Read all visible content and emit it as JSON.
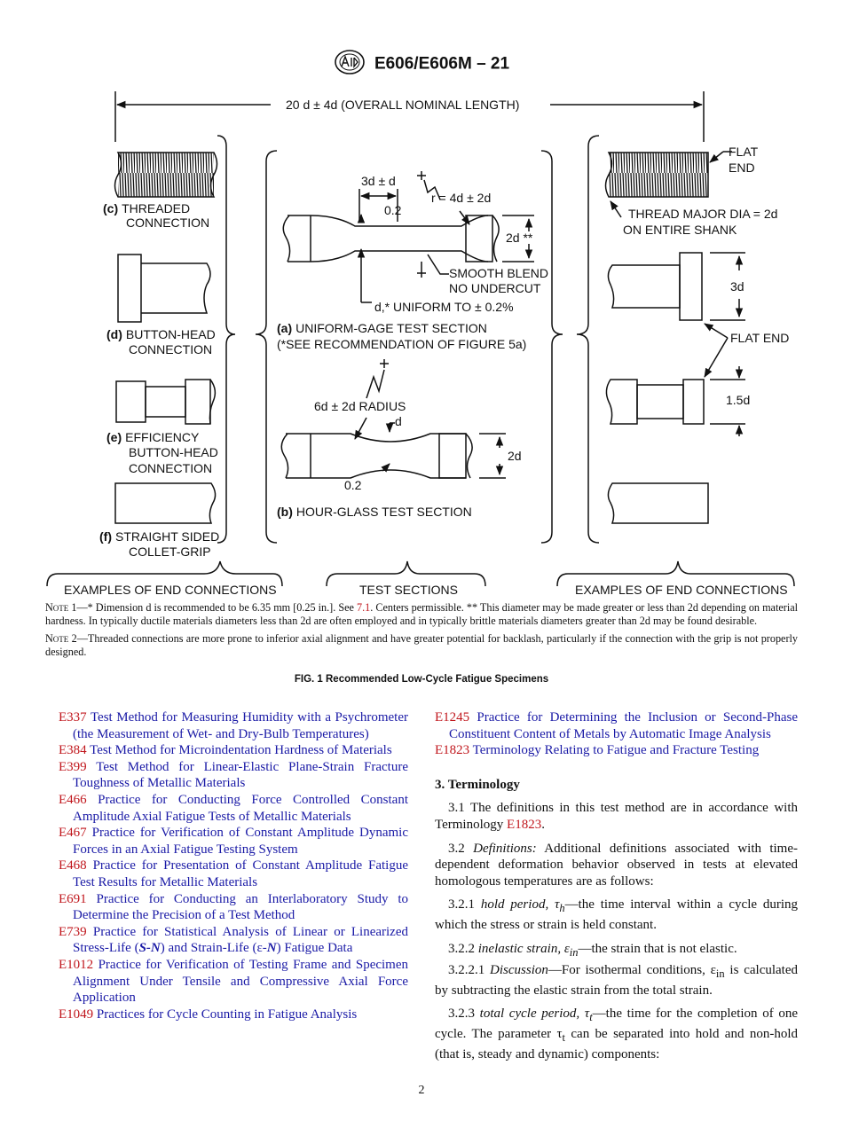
{
  "header": {
    "standard": "E606/E606M – 21",
    "logo_icon": "astm-logo-icon"
  },
  "figure": {
    "overall_length": "20 d ± 4d (OVERALL NOMINAL LENGTH)",
    "flat_end_1": "FLAT",
    "flat_end_2": "END",
    "thread_major_1": "THREAD MAJOR DIA = 2d",
    "thread_major_2": "ON ENTIRE SHANK",
    "dim_3d_pm": "3d ± d",
    "r_value": "r = 4d ± 2d",
    "dim_02a": "0.2",
    "dim_2d_star": "2d **",
    "smooth_1": "SMOOTH BLEND",
    "smooth_2": "NO UNDERCUT",
    "uniform": "d,* UNIFORM TO ± 0.2%",
    "a_letter": "(a)",
    "a_label": "UNIFORM-GAGE TEST SECTION",
    "a_note": "(*SEE RECOMMENDATION OF FIGURE 5a)",
    "radius": "6d ± 2d RADIUS",
    "dim_d": "d",
    "dim_2d": "2d",
    "dim_02b": "0.2",
    "b_letter": "(b)",
    "b_label": "HOUR-GLASS TEST SECTION",
    "c_letter": "(c)",
    "c_label_1": "THREADED",
    "c_label_2": "CONNECTION",
    "d_letter": "(d)",
    "d_label_1": "BUTTON-HEAD",
    "d_label_2": "CONNECTION",
    "e_letter": "(e)",
    "e_label_1": "EFFICIENCY",
    "e_label_2": "BUTTON-HEAD",
    "e_label_3": "CONNECTION",
    "f_letter": "(f)",
    "f_label_1": "STRAIGHT SIDED",
    "f_label_2": "COLLET-GRIP",
    "dim_3d": "3d",
    "flat_end": "FLAT END",
    "dim_15d": "1.5d",
    "group_left": "EXAMPLES OF END CONNECTIONS",
    "group_mid": "TEST SECTIONS",
    "group_right": "EXAMPLES OF END CONNECTIONS"
  },
  "notes": {
    "note1_label": "Note 1",
    "note1_a": "—* Dimension d is recommended to be 6.35 mm [0.25 in.]. See ",
    "note1_link": "7.1",
    "note1_b": ". Centers permissible. ** This diameter may be made greater or less than 2d depending on material hardness. In typically ductile materials diameters less than 2d are often employed and in typically brittle materials diameters greater than 2d may be found desirable.",
    "note2_label": "Note 2",
    "note2_text": "—Threaded connections are more prone to inferior axial alignment and have greater potential for backlash, particularly if the connection with the grip is not properly designed."
  },
  "fig_caption": "FIG. 1 Recommended Low-Cycle Fatigue Specimens",
  "left_refs": [
    {
      "code": "E337",
      "text": "Test Method for Measuring Humidity with a Psychrometer (the Measurement of Wet- and Dry-Bulb Temperatures)"
    },
    {
      "code": "E384",
      "text": "Test Method for Microindentation Hardness of Materials"
    },
    {
      "code": "E399",
      "text": "Test Method for Linear-Elastic Plane-Strain Fracture Toughness of Metallic Materials"
    },
    {
      "code": "E466",
      "text": "Practice for Conducting Force Controlled Constant Amplitude Axial Fatigue Tests of Metallic Materials"
    },
    {
      "code": "E467",
      "text": "Practice for Verification of Constant Amplitude Dynamic Forces in an Axial Fatigue Testing System"
    },
    {
      "code": "E468",
      "text": "Practice for Presentation of Constant Amplitude Fatigue Test Results for Metallic Materials"
    },
    {
      "code": "E691",
      "text": "Practice for Conducting an Interlaboratory Study to Determine the Precision of a Test Method"
    },
    {
      "code": "E739",
      "text_a": "Practice for Statistical Analysis of Linear or Linearized Stress-Life (",
      "sn": "S-N",
      "text_b": ") and Strain-Life (ε-",
      "n": "N",
      "text_c": ") Fatigue Data"
    },
    {
      "code": "E1012",
      "text": "Practice for Verification of Testing Frame and Specimen Alignment Under Tensile and Compressive Axial Force Application"
    },
    {
      "code": "E1049",
      "text": "Practices for Cycle Counting in Fatigue Analysis"
    }
  ],
  "right_refs": [
    {
      "code": "E1245",
      "text": "Practice for Determining the Inclusion or Second-Phase Constituent Content of Metals by Automatic Image Analysis"
    },
    {
      "code": "E1823",
      "text": "Terminology Relating to Fatigue and Fracture Testing"
    }
  ],
  "terminology": {
    "heading": "3. Terminology",
    "p31_a": "3.1 The definitions in this test method are in accordance with Terminology ",
    "p31_link": "E1823",
    "p31_b": ".",
    "p32_num": "3.2 ",
    "p32_term": "Definitions:",
    "p32_text": " Additional definitions associated with time-dependent deformation behavior observed in tests at elevated homologous temperatures are as follows:",
    "p321_num": "3.2.1 ",
    "p321_term": "hold period, τ",
    "p321_sub": "h",
    "p321_text": "—the time interval within a cycle during which the stress or strain is held constant.",
    "p322_num": "3.2.2 ",
    "p322_term": "inelastic strain, ε",
    "p322_sub": "in",
    "p322_text": "—the strain that is not elastic.",
    "p3221_num": "3.2.2.1 ",
    "p3221_term": "Discussion",
    "p3221_a": "—For isothermal conditions, ε",
    "p3221_sub": "in",
    "p3221_b": " is calculated by subtracting the elastic strain from the total strain.",
    "p323_num": "3.2.3 ",
    "p323_term": "total cycle period, τ",
    "p323_sub": "t",
    "p323_a": "—the time for the completion of one cycle. The parameter τ",
    "p323_sub2": "t",
    "p323_b": " can be separated into hold and non-hold (that is, steady and dynamic) components:"
  },
  "page_number": "2"
}
